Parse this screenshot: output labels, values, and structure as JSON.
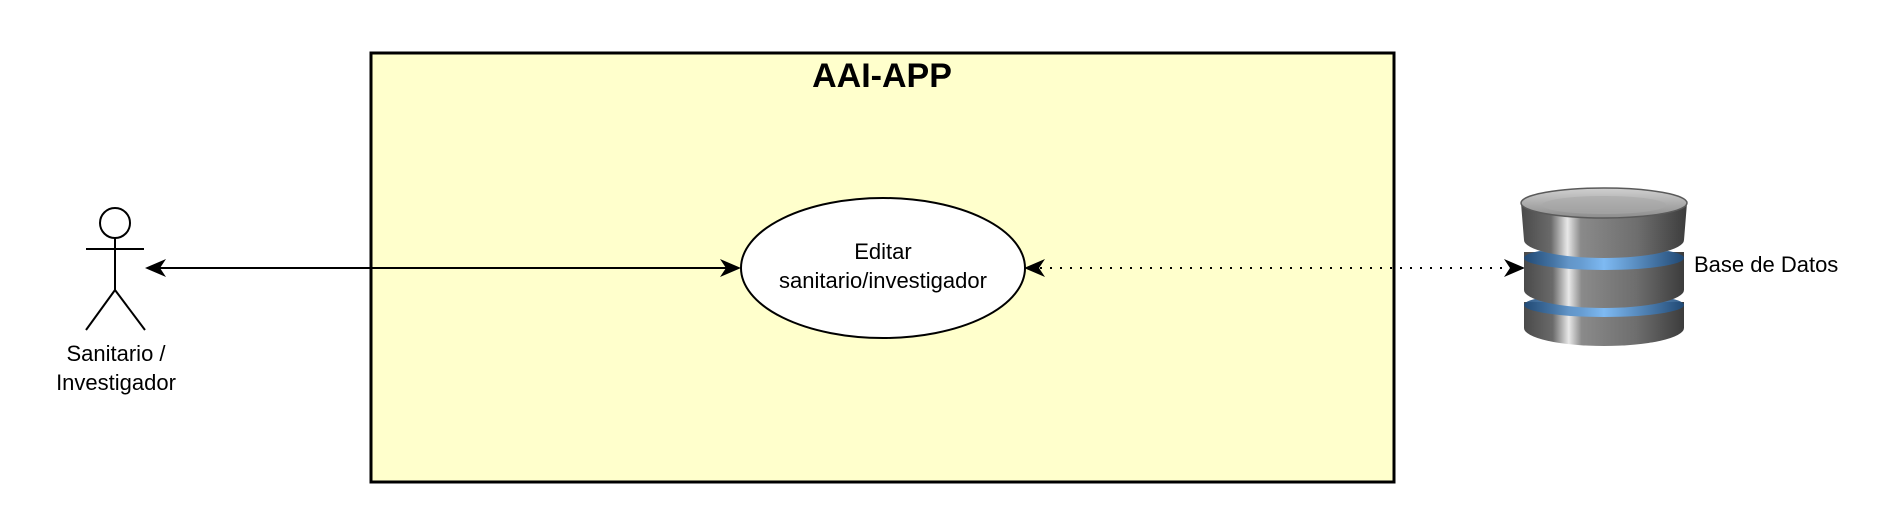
{
  "system": {
    "title": "AAI-APP",
    "fill_color": "#ffffcc",
    "border_color": "#000000"
  },
  "actor": {
    "label_line1": "Sanitario /",
    "label_line2": "Investigador",
    "icon": "stick-figure-actor-icon"
  },
  "use_case": {
    "label_line1": "Editar",
    "label_line2": "sanitario/investigador"
  },
  "database": {
    "label": "Base de Datos",
    "icon": "database-cylinder-icon",
    "accent_color": "#4a90d9"
  },
  "connections": [
    {
      "from": "actor",
      "to": "use_case",
      "style": "solid",
      "arrows": "both"
    },
    {
      "from": "use_case",
      "to": "database",
      "style": "dotted",
      "arrows": "both"
    }
  ]
}
